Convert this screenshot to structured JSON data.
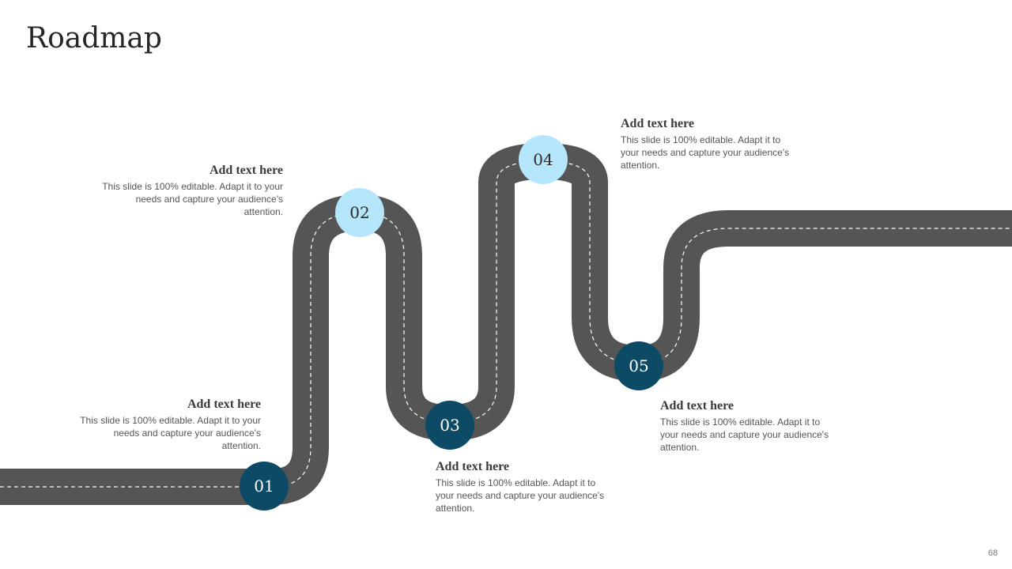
{
  "slide": {
    "title": "Roadmap",
    "page_number": "68"
  },
  "colors": {
    "road": "#555555",
    "lane_marking": "#ffffff",
    "milestone_dark": "#0d4a65",
    "milestone_light": "#b5e6fb"
  },
  "milestones": [
    {
      "number": "01",
      "style": "dark"
    },
    {
      "number": "02",
      "style": "light"
    },
    {
      "number": "03",
      "style": "dark"
    },
    {
      "number": "04",
      "style": "light"
    },
    {
      "number": "05",
      "style": "dark"
    }
  ],
  "text_blocks": [
    {
      "heading": "Add text here",
      "body": "This slide is 100% editable. Adapt it to your needs and capture your audience's attention."
    },
    {
      "heading": "Add text here",
      "body": "This slide is 100% editable. Adapt it to your needs and capture your audience's attention."
    },
    {
      "heading": "Add text here",
      "body": "This slide is 100% editable. Adapt it to your needs and capture your audience's attention."
    },
    {
      "heading": "Add text here",
      "body": "This slide is 100% editable. Adapt it to your needs and capture your audience's attention."
    },
    {
      "heading": "Add text here",
      "body": "This slide is 100% editable. Adapt it to your needs and capture your audience's attention."
    }
  ]
}
